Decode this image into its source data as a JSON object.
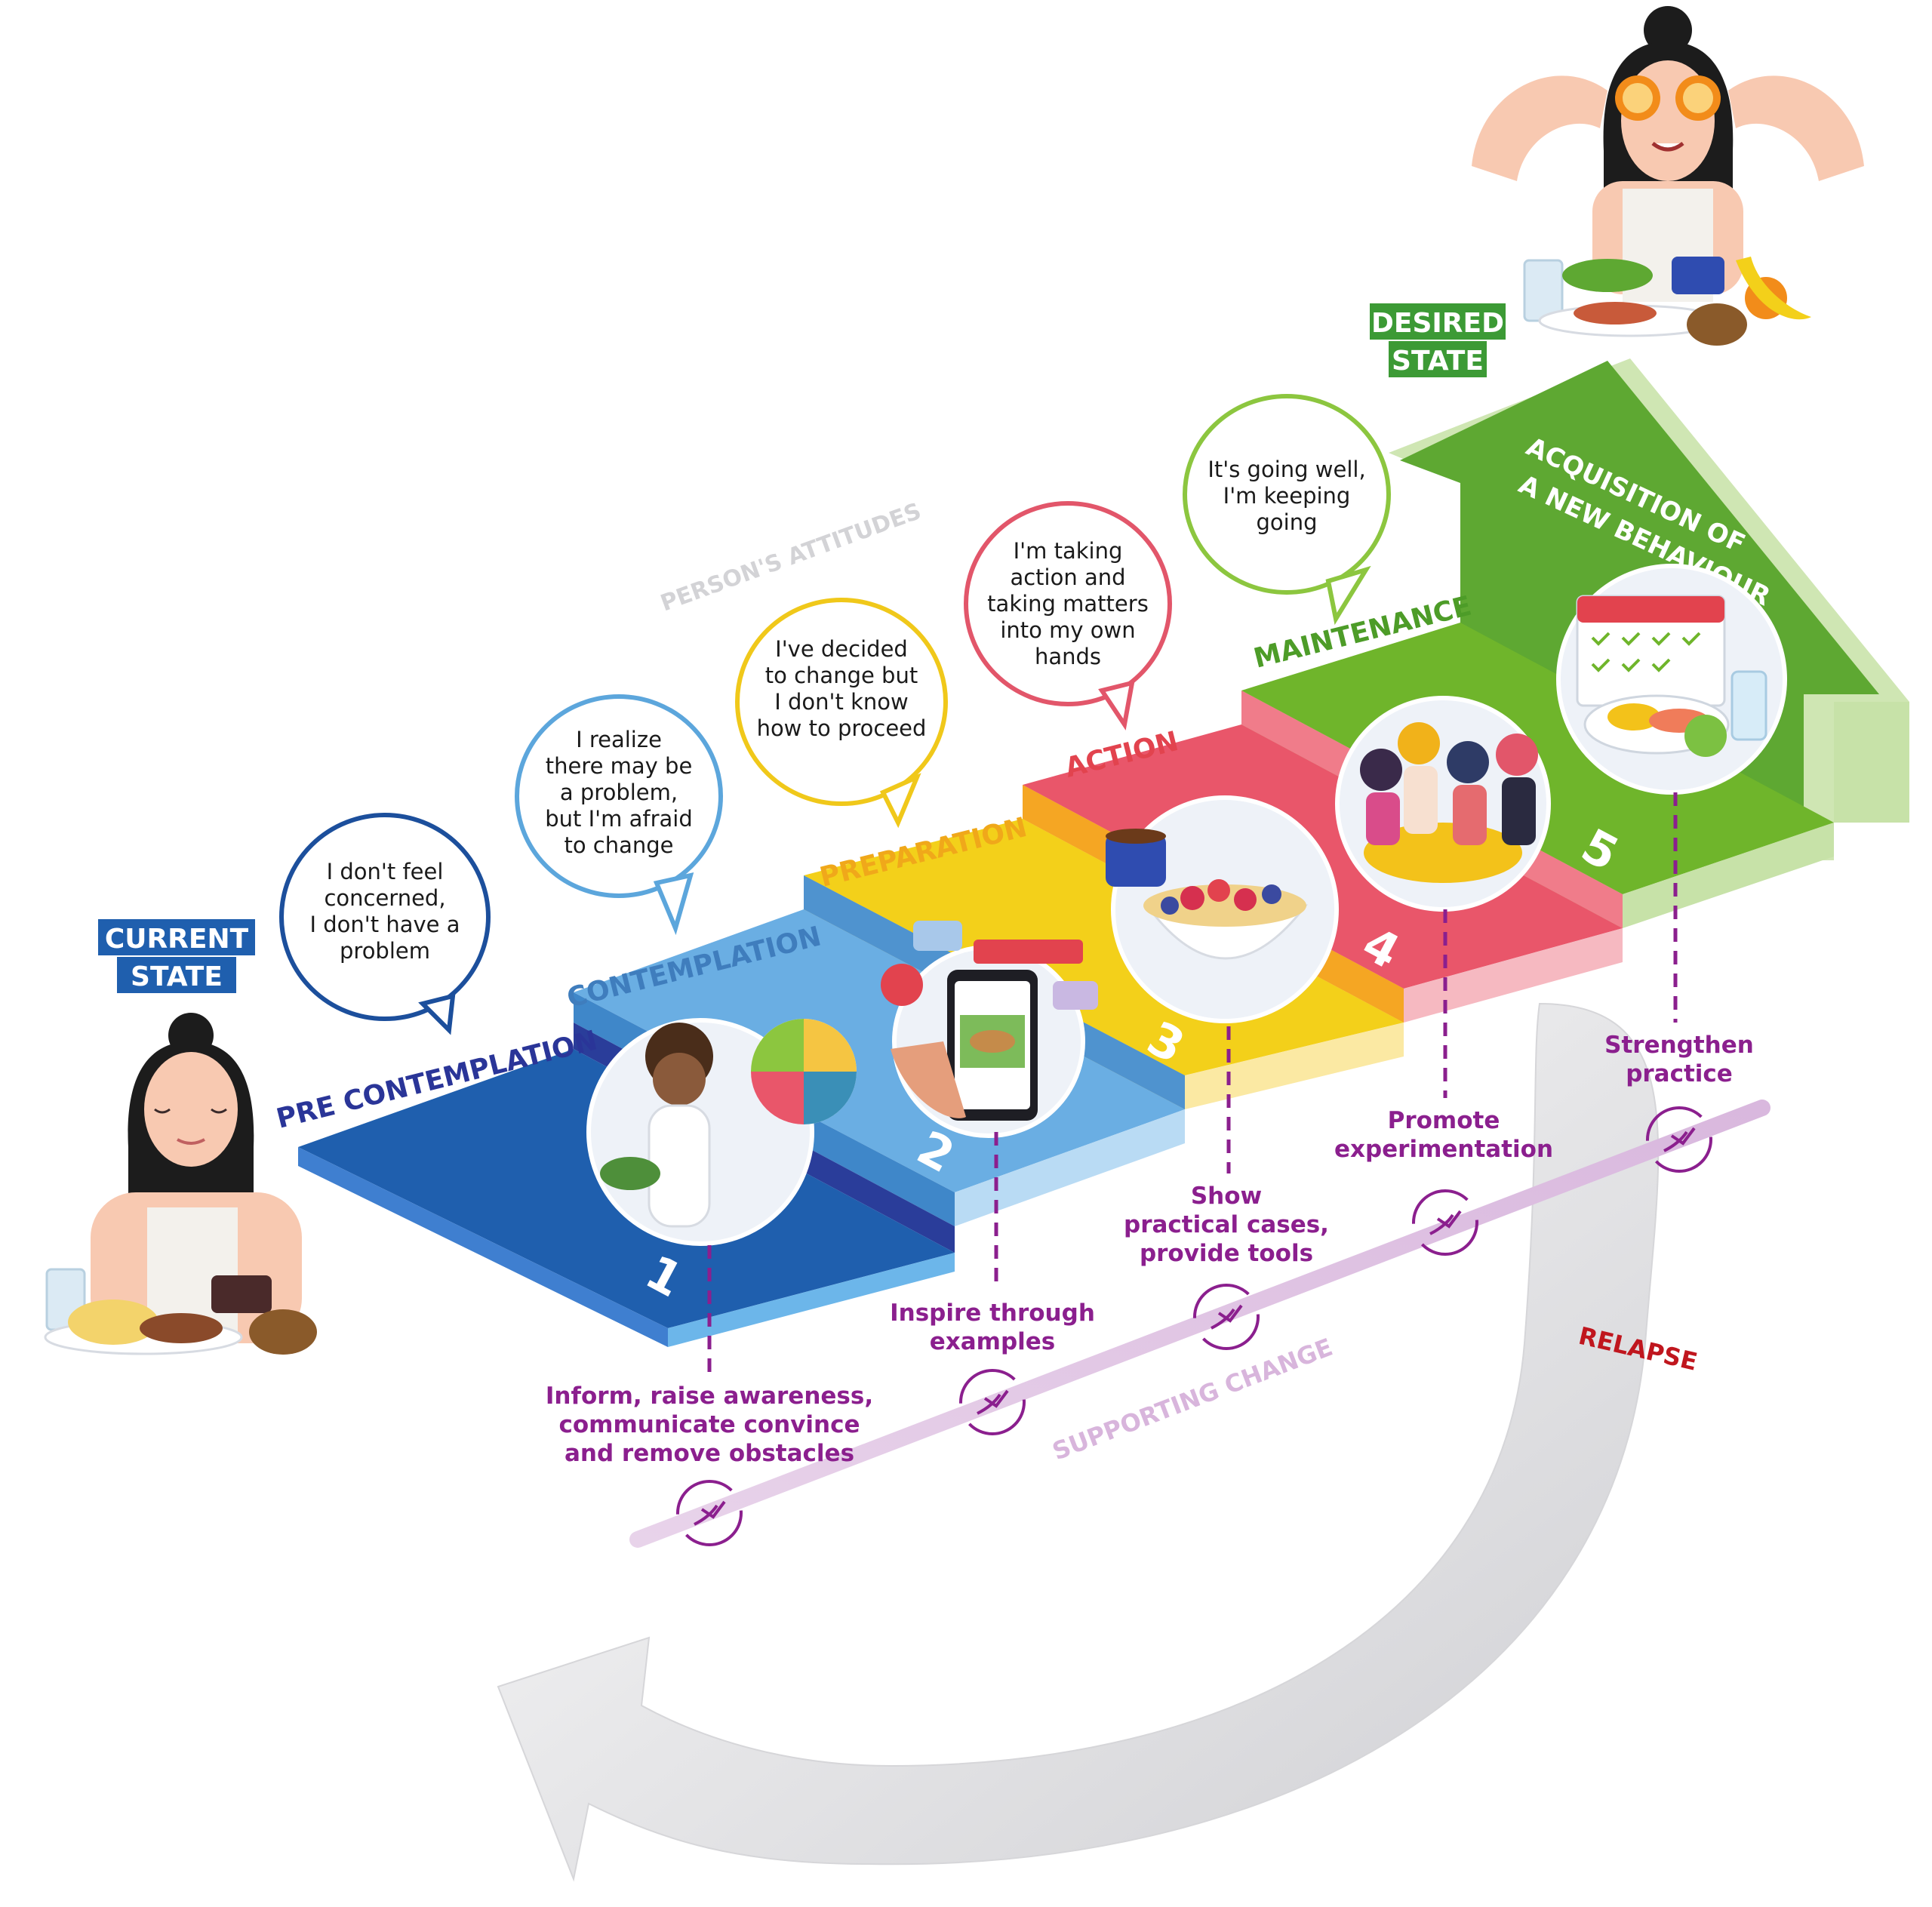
{
  "current_state": {
    "line1": "CURRENT",
    "line2": "STATE"
  },
  "desired_state": {
    "line1": "DESIRED",
    "line2": "STATE"
  },
  "attitudes_label": "PERSON'S ATTITUDES",
  "supporting_label": "SUPPORTING CHANGE",
  "relapse_label": "RELAPSE",
  "stages": [
    {
      "number": "1",
      "label": "PRE CONTEMPLATION",
      "color": "#1f5fae",
      "bubble": [
        "I don't feel",
        "concerned,",
        "I don't have a",
        "problem"
      ],
      "bubble_color": "#1c4f9c",
      "support": [
        "Inform, raise awareness,",
        "communicate convince",
        "and remove obstacles"
      ]
    },
    {
      "number": "2",
      "label": "CONTEMPLATION",
      "color": "#6aaee3",
      "bubble": [
        "I realize",
        "there may be",
        "a problem,",
        "but I'm afraid",
        "to change"
      ],
      "bubble_color": "#5ca6dc",
      "support": [
        "Inspire through",
        "examples"
      ]
    },
    {
      "number": "3",
      "label": "PREPARATION",
      "color": "#f3d01a",
      "bubble": [
        "I've decided",
        "to change but",
        "I don't know",
        "how to proceed"
      ],
      "bubble_color": "#f0c81a",
      "support": [
        "Show",
        "practical cases,",
        "provide tools"
      ]
    },
    {
      "number": "4",
      "label": "ACTION",
      "color": "#e9566a",
      "bubble": [
        "I'm taking",
        "action and",
        "taking matters",
        "into my own",
        "hands"
      ],
      "bubble_color": "#e2566a",
      "support": [
        "Promote",
        "experimentation"
      ]
    },
    {
      "number": "5",
      "label": "MAINTENANCE",
      "color": "#6fb52b",
      "bubble": [
        "It's going well,",
        "I'm keeping",
        "going"
      ],
      "bubble_color": "#8cc63f",
      "support": [
        "Strengthen",
        "practice"
      ]
    }
  ],
  "acquisition": {
    "line1": "ACQUISITION OF",
    "line2": "A NEW BEHAVIOUR"
  },
  "colors": {
    "support_text": "#8b1f8e",
    "relapse": "#c0161e",
    "desired_box": "#3c9a35",
    "current_box": "#1f5fae"
  },
  "icons": [
    "hand-heart-icon",
    "doctor-illustration",
    "phone-social-illustration",
    "breakfast-bowl-illustration",
    "friends-meal-illustration",
    "calendar-plate-illustration",
    "woman-current-illustration",
    "woman-desired-illustration"
  ]
}
